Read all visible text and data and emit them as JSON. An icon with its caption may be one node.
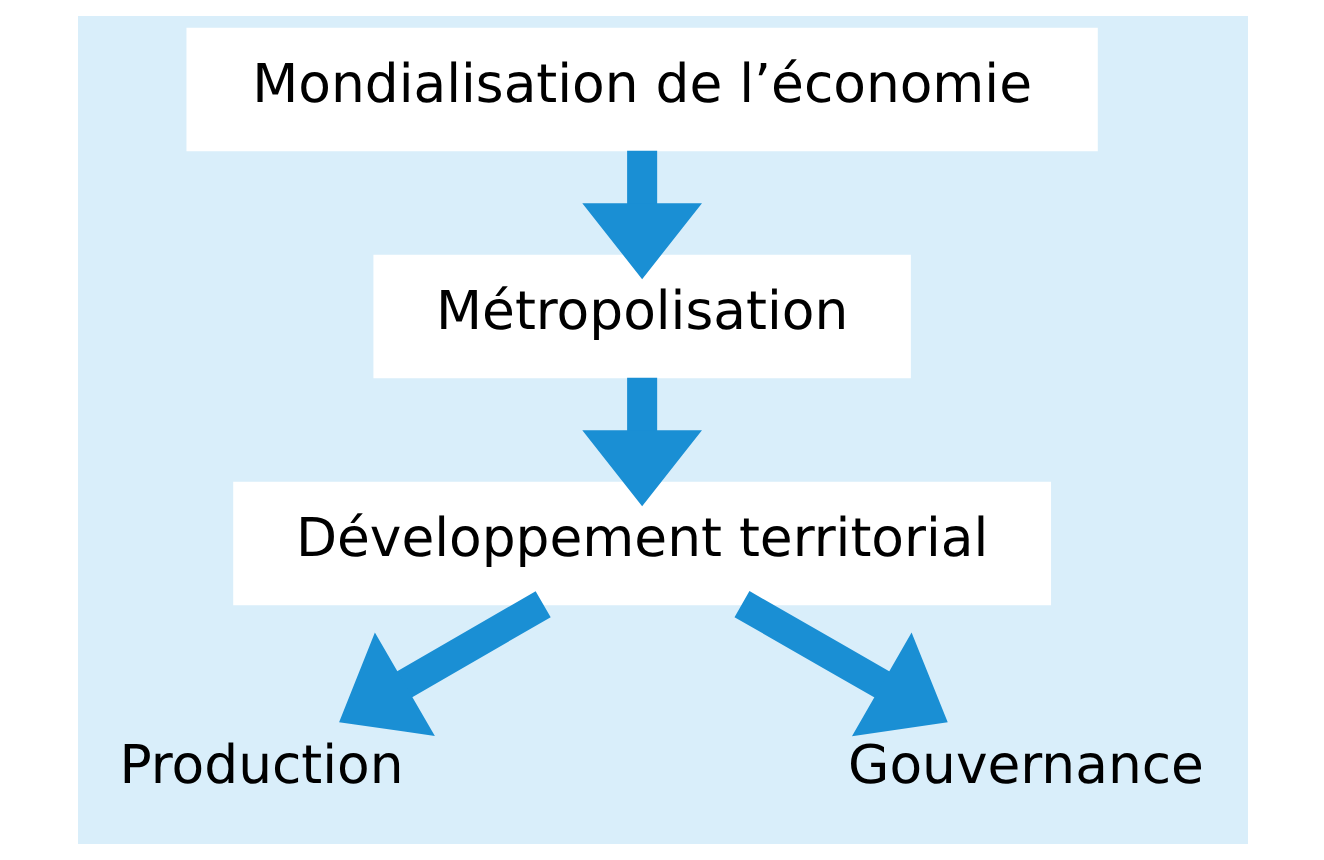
{
  "diagram": {
    "nodes": [
      {
        "text": [
          "Mondialisation de l’économie"
        ]
      },
      {
        "text": [
          "Métropolisation"
        ]
      },
      {
        "text": [
          "Développement territorial"
        ]
      },
      {
        "text": [
          "Production"
        ]
      },
      {
        "text": [
          "Gouvernance"
        ]
      }
    ],
    "edges": [
      {
        "from": 0,
        "to": 1,
        "arrow": "to"
      },
      {
        "from": 1,
        "to": 2,
        "arrow": "to"
      },
      {
        "from": 2,
        "to": 3,
        "arrow": "to"
      },
      {
        "from": 2,
        "to": 4,
        "arrow": "to"
      }
    ]
  }
}
